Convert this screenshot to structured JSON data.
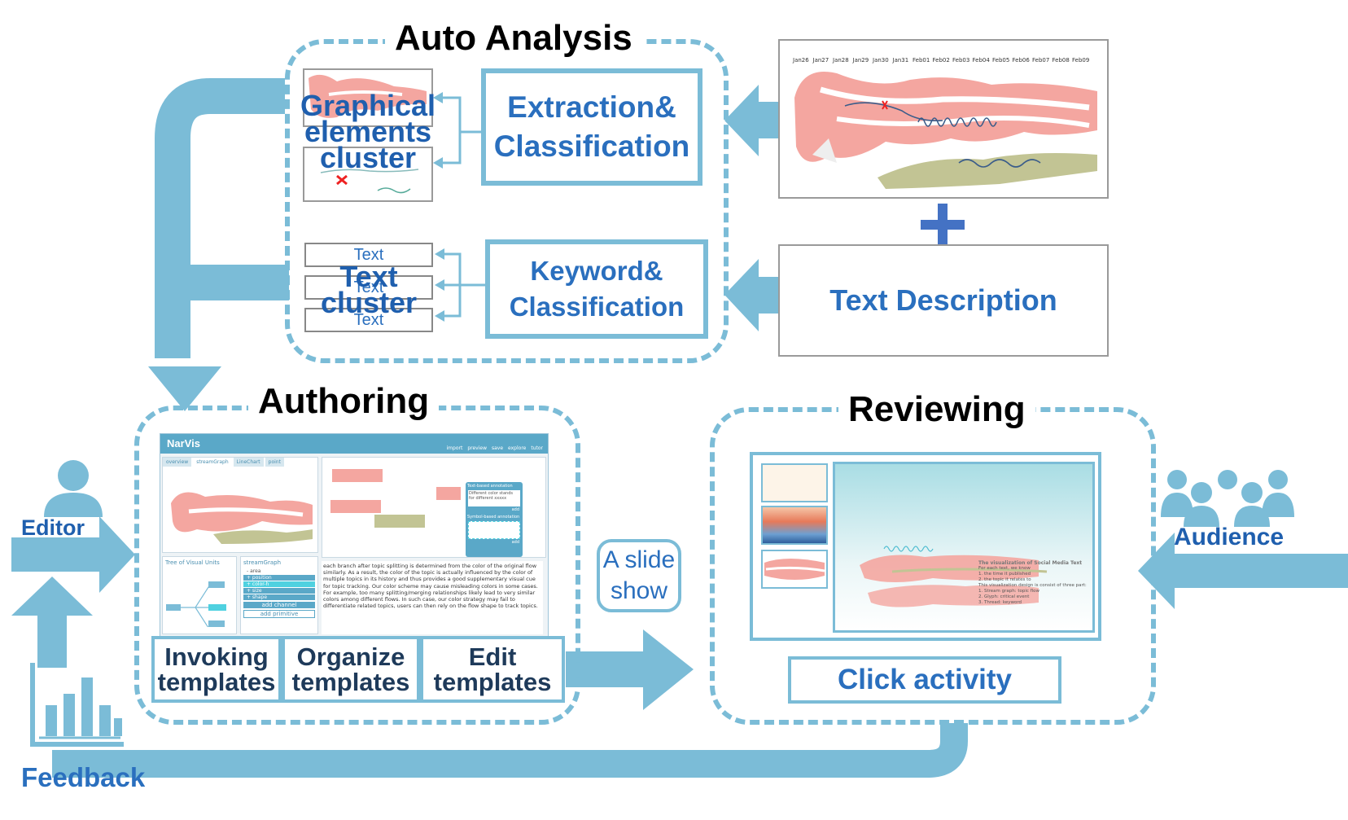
{
  "auto_analysis": {
    "title": "Auto Analysis",
    "extraction_label_1": "Extraction&",
    "extraction_label_2": "Classification",
    "keyword_label_1": "Keyword&",
    "keyword_label_2": "Classification",
    "graphical_cluster_1": "Graphical",
    "graphical_cluster_2": "elements",
    "graphical_cluster_3": "cluster",
    "text_items": [
      "Text",
      "Text",
      "Text"
    ],
    "text_cluster_1": "Text",
    "text_cluster_2": "cluster"
  },
  "inputs": {
    "timeline_dates": [
      "Jan26",
      "Jan27",
      "Jan28",
      "Jan29",
      "Jan30",
      "Jan31",
      "Feb01",
      "Feb02",
      "Feb03",
      "Feb04",
      "Feb05",
      "Feb06",
      "Feb07",
      "Feb08",
      "Feb09"
    ],
    "plus_symbol": "+",
    "text_description": "Text Description"
  },
  "authoring": {
    "title": "Authoring",
    "app_name": "NarVis",
    "toolbar_items": [
      "import",
      "preview",
      "save",
      "explore",
      "tutor"
    ],
    "tabs": [
      "overview",
      "streamGraph",
      "LineChart",
      "point"
    ],
    "tree_title": "Tree of Visual Units",
    "stream_panel_title": "streamGraph",
    "channel_items": [
      "area",
      "position",
      "color-h",
      "size",
      "shape"
    ],
    "add_channel": "add channel",
    "add_primitive": "add primitive",
    "text_annotation_title": "Text-based annotation",
    "text_annotation_body": "Different color stands for different xxxxx",
    "symbol_annotation_title": "Symbol-based annotation",
    "add_label": "add",
    "paragraph": "each branch after topic splitting is determined from the color of the original flow similarly. As a result, the color of the topic is actually influenced by the color of multiple topics in its history and thus provides a good supplementary visual cue for topic tracking. Our color scheme may cause misleading colors in some cases. For example, too many splitting/merging relationships likely lead to very similar colors among different flows. In such case, our color strategy may fail to differentiate related topics, users can then rely on the flow shape to track topics.",
    "templates": [
      {
        "line1": "Invoking",
        "line2": "templates"
      },
      {
        "line1": "Organize",
        "line2": "templates"
      },
      {
        "line1": "Edit",
        "line2": "templates"
      }
    ]
  },
  "slide_show": {
    "line1": "A slide",
    "line2": "show"
  },
  "reviewing": {
    "title": "Reviewing",
    "click_activity": "Click activity",
    "slide_heading": "The visualization of Social Media Text",
    "slide_lines": [
      "For each text, we know",
      "1.   the time it published",
      "2.   the topic it relates to",
      "This visualization design is consist of three part:",
      "1.   Stream graph: topic flow",
      "2.   Glyph: critical event",
      "3.   Thread: keyword"
    ]
  },
  "roles": {
    "editor": "Editor",
    "audience": "Audience",
    "feedback": "Feedback"
  },
  "colors": {
    "accent": "#7bbcd7",
    "label_blue": "#2a6fbe",
    "plus_blue": "#4472c4",
    "stream_pink": "#f4a6a0",
    "stream_olive": "#c2c494"
  }
}
